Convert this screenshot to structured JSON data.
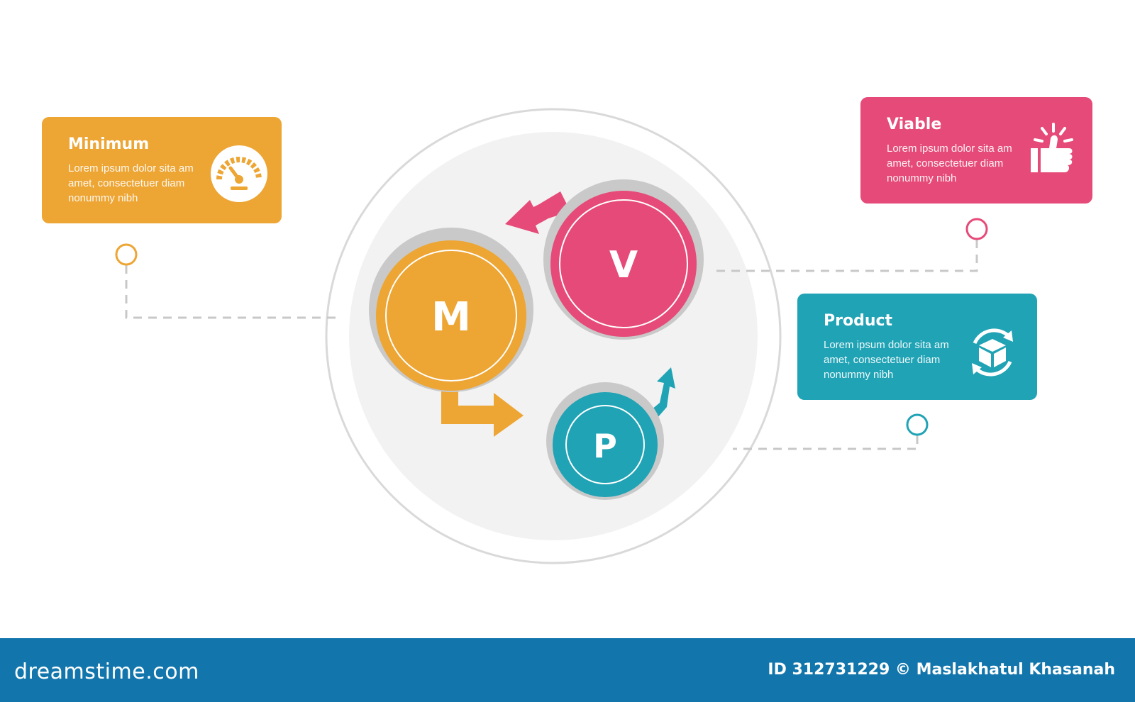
{
  "colors": {
    "minimum": "#eda534",
    "viable": "#e64a78",
    "product": "#20a3b5",
    "footer": "#1276ac"
  },
  "cards": {
    "minimum": {
      "title": "Minimum",
      "body": "Lorem ipsum dolor sita am amet, consectetuer diam nonummy  nibh",
      "icon": "speedometer-icon"
    },
    "viable": {
      "title": "Viable",
      "body": "Lorem ipsum dolor sita am amet, consectetuer diam nonummy  nibh",
      "icon": "thumbs-up-icon"
    },
    "product": {
      "title": "Product",
      "body": "Lorem ipsum dolor sita am amet, consectetuer diam nonummy  nibh",
      "icon": "box-cycle-icon"
    }
  },
  "circles": {
    "m": "M",
    "v": "V",
    "p": "P"
  },
  "footer": {
    "site": "dreamstime.com",
    "credit": "ID 312731229 © Maslakhatul Khasanah"
  }
}
